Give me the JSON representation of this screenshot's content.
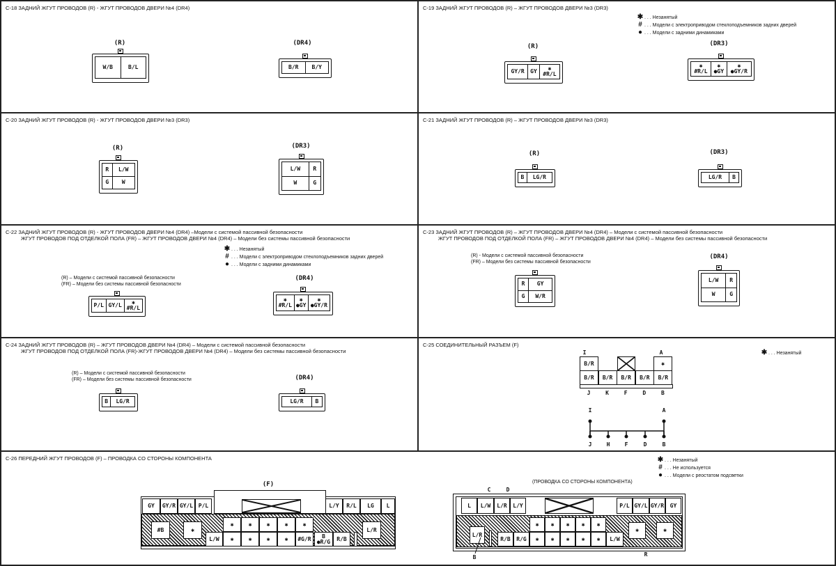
{
  "panels": {
    "c18": {
      "title": "C-18 ЗАДНИЙ ЖГУТ ПРОВОДОВ (R) - ЖГУТ ПРОВОДОВ ДВЕРИ №4 (DR4)",
      "connectors": [
        {
          "label": "(R)",
          "rows": [
            [
              "W/B",
              "B/L"
            ]
          ]
        },
        {
          "label": "(DR4)",
          "rows": [
            [
              "B/R",
              "B/Y"
            ]
          ]
        }
      ]
    },
    "c19": {
      "title": "C-19 ЗАДНИЙ ЖГУТ ПРОВОДОВ (R) – ЖГУТ ПРОВОДОВ ДВЕРИ №3 (DR3)",
      "legend": [
        {
          "sym": "✱",
          "text": ". . . Незанятый"
        },
        {
          "sym": "#",
          "text": ". . . Модели с электроприводом стеклоподъемников задних дверей"
        },
        {
          "sym": "●",
          "text": ". . . Модели с задними динамиками"
        }
      ],
      "connectors": [
        {
          "label": "(R)",
          "rows": [
            [
              "GY/R",
              "GY",
              "✱\n#R/L"
            ]
          ]
        },
        {
          "label": "(DR3)",
          "rows": [
            [
              "✱\n#R/L",
              "✱\n●GY",
              "✱\n●GY/R"
            ]
          ]
        }
      ]
    },
    "c20": {
      "title": "C-20 ЗАДНИЙ ЖГУТ ПРОВОДОВ (R) - ЖГУТ ПРОВОДОВ ДВЕРИ №3 (DR3)",
      "connectors": [
        {
          "label": "(R)",
          "rows": [
            [
              "R",
              "L/W"
            ],
            [
              "G",
              "W"
            ]
          ]
        },
        {
          "label": "(DR3)",
          "rows": [
            [
              "L/W",
              "R"
            ],
            [
              "W",
              "G"
            ]
          ]
        }
      ]
    },
    "c21": {
      "title": "C-21 ЗАДНИЙ ЖГУТ ПРОВОДОВ (R) – ЖГУТ ПРОВОДОВ ДВЕРИ №3 (DR3)",
      "connectors": [
        {
          "label": "(R)",
          "rows": [
            [
              "B",
              "LG/R"
            ]
          ]
        },
        {
          "label": "(DR3)",
          "rows": [
            [
              "LG/R",
              "B"
            ]
          ]
        }
      ]
    },
    "c22": {
      "title": "C-22 ЗАДНИЙ ЖГУТ ПРОВОДОВ (R) - ЖГУТ ПРОВОДОВ ДВЕРИ №4 (DR4) –Модели с системой пассивной безопасности",
      "title2": "ЖГУТ ПРОВОДОВ ПОД ОТДЕЛКОЙ ПОЛА (FR) – ЖГУТ ПРОВОДОВ ДВЕРИ №4 (DR4) – Модели без системы пассивной безопасности",
      "legend": [
        {
          "sym": "✱",
          "text": ". . . Незанятый"
        },
        {
          "sym": "#",
          "text": ". . . Модели с электроприводом стеклоподъемников задних дверей"
        },
        {
          "sym": "●",
          "text": ". . . Модели с задними динамиками"
        }
      ],
      "notes": [
        "(R) – Модели с системой пассивной безопасности",
        "(FR) – Модели без системы пассивной безопасности"
      ],
      "connectors": [
        {
          "label": "",
          "rows": [
            [
              "P/L",
              "GY/L",
              "✱\n#R/L"
            ]
          ]
        },
        {
          "label": "(DR4)",
          "rows": [
            [
              "✱\n#R/L",
              "✱\n●GY",
              "✱\n●GY/R"
            ]
          ]
        }
      ]
    },
    "c23": {
      "title": "C-23 ЗАДНИЙ ЖГУТ ПРОВОДОВ (R) – ЖГУТ ПРОВОДОВ ДВЕРИ №4 (DR4) – Модели с системой пассивной безопасности",
      "title2": "ЖГУТ ПРОВОДОВ ПОД ОТДЕЛКОЙ ПОЛА (FR) – ЖГУТ ПРОВОДОВ ДВЕРИ №4 (DR4) – Модели без системы пассивной безопасности",
      "notes": [
        "(R) - Модели с системой пассивной безопасности",
        "(FR) – Модели без системы пассивной безопасности"
      ],
      "connectors": [
        {
          "label": "",
          "rows": [
            [
              "R",
              "GY"
            ],
            [
              "G",
              "W/R"
            ]
          ]
        },
        {
          "label": "(DR4)",
          "rows": [
            [
              "L/W",
              "R"
            ],
            [
              "W",
              "G"
            ]
          ]
        }
      ]
    },
    "c24": {
      "title": "C-24 ЗАДНИЙ ЖГУТ ПРОВОДОВ (R) – ЖГУТ ПРОВОДОВ ДВЕРИ №4 (DR4) – Модели с системой пассивной безопасности",
      "title2": "ЖГУТ ПРОВОДОВ ПОД ОТДЕЛКОЙ ПОЛА (FR)-ЖГУТ ПРОВОДОВ ДВЕРИ №4 (DR4) – Модели без системы пассивной безопасности",
      "notes": [
        "(R) – Модели с системой пассивной безопасности",
        "(FR) – Модели без системы пассивной безопасности"
      ],
      "connectors": [
        {
          "label": "",
          "rows": [
            [
              "B",
              "LG/R"
            ]
          ]
        },
        {
          "label": "(DR4)",
          "rows": [
            [
              "LG/R",
              "B"
            ]
          ]
        }
      ]
    },
    "c25": {
      "title": "C-25 СОЕДИНИТЕЛЬНЫЙ РАЗЪЕМ (F)",
      "legend": [
        {
          "sym": "✱",
          "text": ". . . Незанятый"
        }
      ],
      "top_pins": [
        "B/R",
        "✱"
      ],
      "bottom_pins": [
        "B/R",
        "B/R",
        "B/R",
        "B/R",
        "B/R"
      ],
      "top_letters": [
        "I",
        "A"
      ],
      "bottom_letters": [
        "J",
        "K",
        "F",
        "D",
        "B"
      ],
      "schematic_top": [
        "I",
        "A"
      ],
      "schematic_bottom": [
        "J",
        "H",
        "F",
        "D",
        "B"
      ]
    },
    "c26": {
      "title": "C-26 ПЕРЕДНИЙ ЖГУТ ПРОВОДОВ (F) – ПРОВОДКА СО СТОРОНЫ КОМПОНЕНТА",
      "legend": [
        {
          "sym": "✱",
          "text": ". . . Незанятый"
        },
        {
          "sym": "#",
          "text": ". . . Не используется"
        },
        {
          "sym": "●",
          "text": ". . . Модели с реостатом подсветки"
        }
      ],
      "left_label": "(F)",
      "right_caption": "(ПРОВОДКА СО СТОРОНЫ КОМПОНЕНТА)",
      "left_pins": [
        "GY",
        "GY/R",
        "GY/L",
        "P/L",
        "L/Y",
        "R/L",
        "LG",
        "L",
        "#B",
        "✱",
        "L/W",
        "✱",
        "✱",
        "✱",
        "✱",
        "✱",
        "✱",
        "✱",
        "✱",
        "✱",
        "#G/R",
        "B\n●R/G",
        "R/B",
        "L/R"
      ],
      "right_pins": [
        "L",
        "L/W",
        "L/R",
        "L/Y",
        "P/L",
        "GY/L",
        "GY/R",
        "GY",
        "L/R",
        "R/B",
        "R/G",
        "✱",
        "✱",
        "✱",
        "✱",
        "✱",
        "✱",
        "✱",
        "✱",
        "✱",
        "✱",
        "L/W",
        "✱",
        "✱"
      ],
      "right_letters": [
        "C",
        "D",
        "B",
        "R"
      ]
    }
  }
}
